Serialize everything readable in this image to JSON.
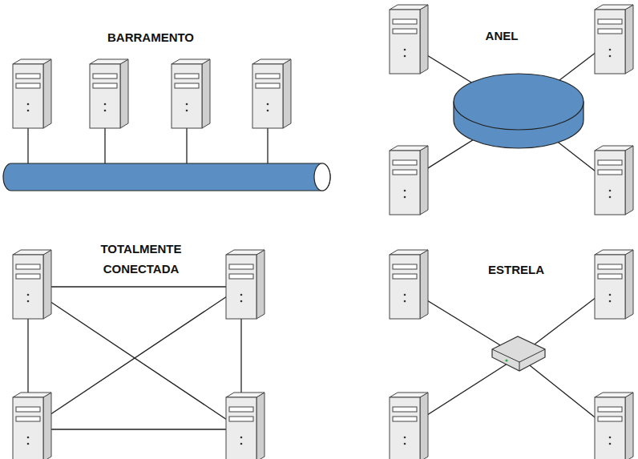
{
  "diagram": {
    "labels": [
      "BARRAMENTO",
      "ANEL",
      "TOTALMENTE CONECTADA",
      "ESTRELA"
    ]
  }
}
